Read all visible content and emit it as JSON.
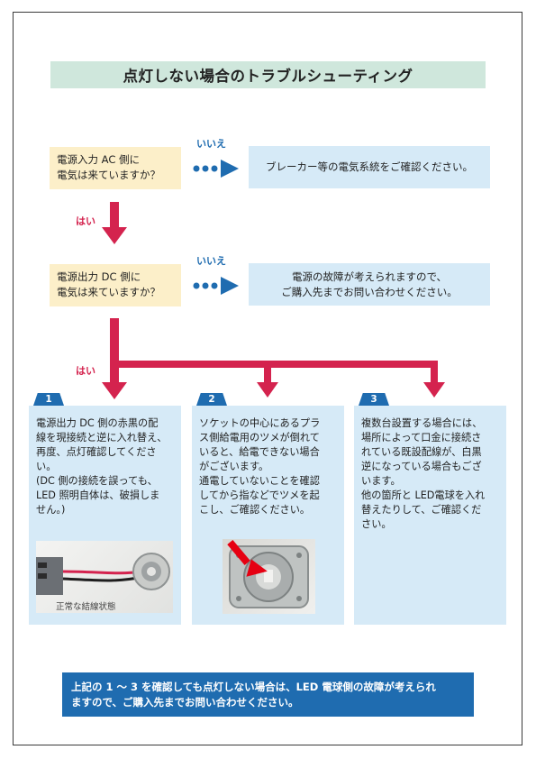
{
  "title": "点灯しない場合のトラブルシューティング",
  "question1": {
    "lines": [
      "電源入力 AC 側に",
      "電気は来ていますか？"
    ]
  },
  "answer1": {
    "lines": [
      "ブレーカー等の電気系統をご確認ください。"
    ]
  },
  "question2": {
    "lines": [
      "電源出力 DC 側に",
      "電気は来ていますか？"
    ]
  },
  "answer2": {
    "lines": [
      "電源の故障が考えられますので、",
      "ご購入先までお問い合わせください。"
    ]
  },
  "labels": {
    "no": "いいえ",
    "yes": "はい"
  },
  "columns": [
    {
      "number": "1",
      "lines": [
        "電源出力 DC 側の赤黒の配",
        "線を現接続と逆に入れ替え、",
        "再度、点灯確認してくださ",
        "い。",
        "(DC 側の接続を誤っても、",
        "LED 照明自体は、破損しま",
        "せん。)"
      ],
      "photo_caption": "正常な結線状態"
    },
    {
      "number": "2",
      "lines": [
        "ソケットの中心にあるプラ",
        "ス側給電用のツメが倒れて",
        "いると、給電できない場合",
        "がございます。",
        "通電していないことを確認",
        "してから指などでツメを起",
        "こし、ご確認ください。"
      ]
    },
    {
      "number": "3",
      "lines": [
        "複数台設置する場合には、",
        "場所によって口金に接続さ",
        "れている既設配線が、白黒",
        "逆になっている場合もござ",
        "います。",
        "他の箇所と LED電球を入れ",
        "替えたりして、ご確認くだ",
        "さい。"
      ]
    }
  ],
  "footer": {
    "lines": [
      "上記の 1 〜 3 を確認しても点灯しない場合は、LED 電球側の故障が考えられ",
      "ますので、ご購入先までお問い合わせください。"
    ]
  },
  "colors": {
    "accent_blue": "#1f6cb0",
    "arrow_red": "#d4234e",
    "question_bg": "#fcefc9",
    "answer_bg": "#d6eaf7",
    "title_bg": "#cfe7dc"
  }
}
